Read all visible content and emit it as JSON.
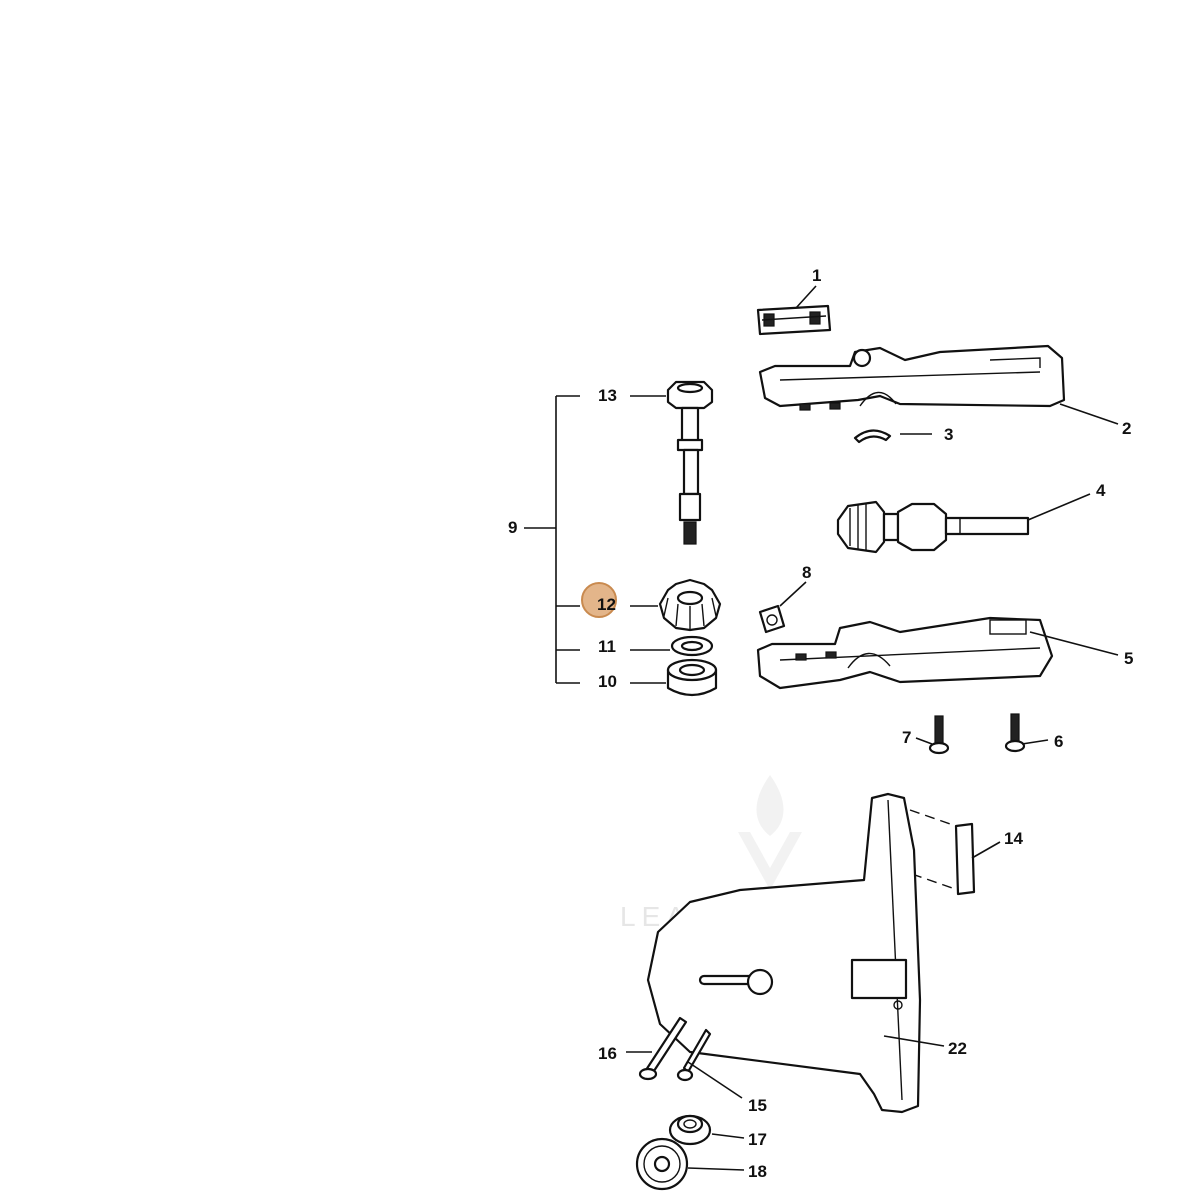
{
  "diagram": {
    "callouts": {
      "p1": "1",
      "p2": "2",
      "p3": "3",
      "p4": "4",
      "p5": "5",
      "p6": "6",
      "p7": "7",
      "p8": "8",
      "p9": "9",
      "p10": "10",
      "p11": "11",
      "p12": "12",
      "p13": "13",
      "p14": "14",
      "p15": "15",
      "p16": "16",
      "p17": "17",
      "p18": "18",
      "p22": "22"
    },
    "highlighted_callout": "12",
    "highlight_color": "#e3b58a",
    "highlight_border": "#c98a4f",
    "watermark": "LEADVENTURE"
  }
}
